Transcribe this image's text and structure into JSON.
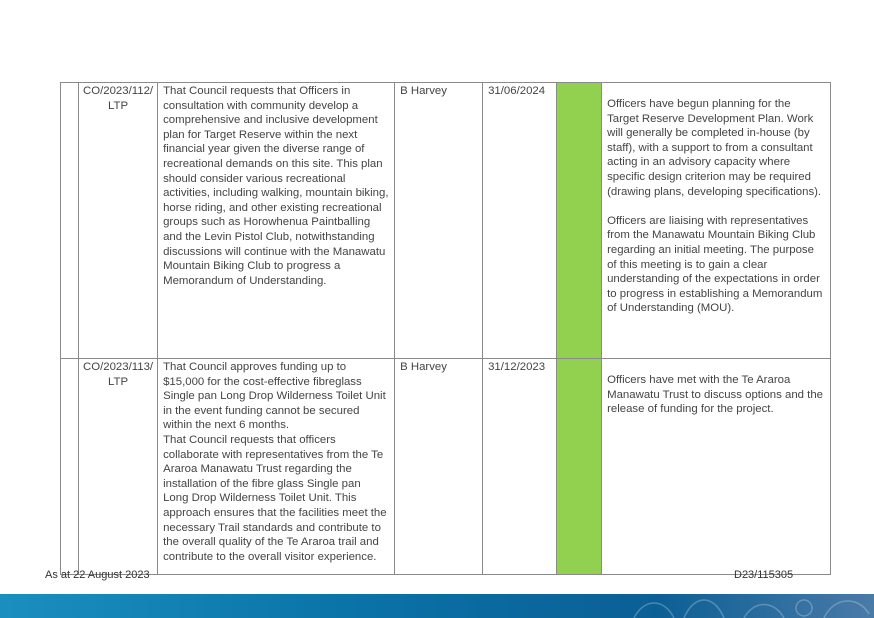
{
  "rows": [
    {
      "ref": "CO/2023/112/ LTP",
      "resolution": "That Council requests that Officers in consultation with community develop a comprehensive and inclusive development plan for Target Reserve within the next financial year given the diverse range of recreational demands on this site. This plan should consider various recreational activities, including walking, mountain biking, horse riding, and other existing recreational groups such as Horowhenua Paintballing and the Levin Pistol Club, notwithstanding discussions will continue with the Manawatu Mountain Biking Club to progress a Memorandum of Understanding.",
      "officer": "B Harvey",
      "due": "31/06/2024",
      "status_color": "#92d050",
      "comment": "Officers have begun planning for the Target Reserve Development Plan. Work will generally be completed in-house (by staff), with a support to from a consultant acting in an advisory capacity where specific design criterion may be required (drawing plans, developing specifications).\n\n Officers are liaising with representatives from the Manawatu Mountain Biking Club regarding an initial meeting. The purpose of this meeting is to gain a clear understanding of the expectations in order to progress in establishing a Memorandum of Understanding (MOU)."
    },
    {
      "ref": "CO/2023/113/ LTP",
      "resolution": "That Council approves funding up to $15,000 for the cost-effective fibreglass Single pan Long Drop Wilderness Toilet Unit in the event funding cannot be secured within the next 6 months.\nThat Council requests that officers collaborate with representatives from the Te Araroa Manawatu Trust regarding the installation of the fibre glass Single pan Long Drop Wilderness Toilet Unit. This approach ensures that the facilities meet the necessary Trail standards and contribute to the overall quality of the Te Araroa trail and contribute to the overall visitor experience.",
      "officer": "B Harvey",
      "due": "31/12/2023",
      "status_color": "#92d050",
      "comment": "Officers have met with the Te Araroa Manawatu Trust to discuss options and the release of funding for the project."
    }
  ],
  "footer": {
    "date": "As at 22 August 2023",
    "doc_id": "D23/115305"
  }
}
